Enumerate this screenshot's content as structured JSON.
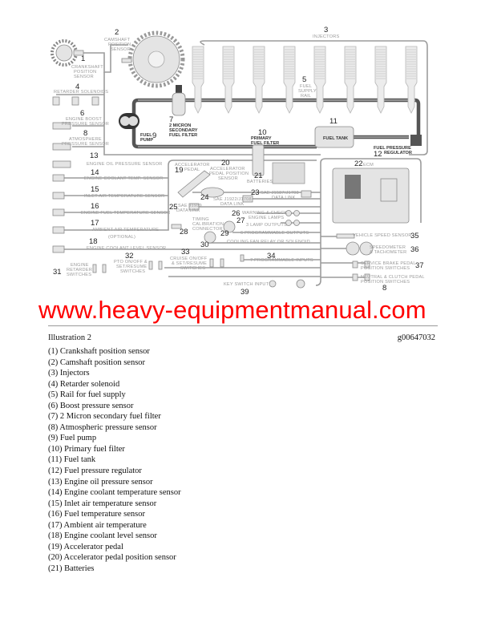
{
  "diagram": {
    "labels": {
      "n1": "1",
      "crank": [
        "CRANKSHAFT",
        "POSITION",
        "SENSOR"
      ],
      "n2": "2",
      "cam": [
        "CAMSHAFT",
        "POSITION",
        "SENSOR"
      ],
      "n3": "3",
      "injectors": "INJECTORS",
      "n4": "4",
      "retarder": "RETARDER SOLENOIDS",
      "n5": "5",
      "rail": [
        "FUEL",
        "SUPPLY",
        "RAIL"
      ],
      "n6": "6",
      "boost": [
        "ENGINE BOOST",
        "PRESSURE SENSOR"
      ],
      "n7": "7",
      "secfilter": [
        "2 MICRON",
        "SECONDARY",
        "FUEL FILTER"
      ],
      "n8": "8",
      "atmo": [
        "ATMOSPHERE",
        "PRESSURE SENSOR"
      ],
      "n9": "9",
      "pump": [
        "FUEL",
        "PUMP"
      ],
      "n10": "10",
      "primfilter": [
        "PRIMARY",
        "FUEL FILTER"
      ],
      "n11": "11",
      "tank": "FUEL TANK",
      "n12": "12",
      "regulator": [
        "FUEL PRESSURE",
        "REGULATOR"
      ],
      "n13": "13",
      "oil": "ENGINE OIL PRESSURE SENSOR",
      "n14": "14",
      "coolant": "ENGINE COOLANT TEMP. SENSOR",
      "n15": "15",
      "inlet": "INLET AIR TEMPERATURE SENSOR",
      "n16": "16",
      "fueltemp": "ENGINE FUEL TEMPERATURE SENSOR",
      "n17": "17",
      "ambient": "AMBIENT AIR TEMPERATURE",
      "optional": "(OPTIONAL)",
      "n18": "18",
      "level": "ENGINE COOLANT LEVEL SENSOR",
      "n19": "19",
      "accel": [
        "ACCELERATOR",
        "PEDAL"
      ],
      "n20": "20",
      "accelpos": [
        "ACCELERATOR",
        "PEDAL POSITION",
        "SENSOR"
      ],
      "n21": "21",
      "batteries": "BATTERIES",
      "n22": "22",
      "ecm": "ECM",
      "n23": "23",
      "j1587": [
        "SAE J1587/J1708",
        "DATA LINK"
      ],
      "n24": "24",
      "j1922": [
        "SAE J1922/J1708",
        "DATA LINK"
      ],
      "n25": "25",
      "j1939": [
        "SAE J1939",
        "DATA LINK"
      ],
      "n26": "26",
      "lamps": [
        "WARNING & CHECK",
        "ENGINE LAMPS"
      ],
      "n27": "27",
      "lampout": "3 LAMP OUTPUTS",
      "n28": "28",
      "timing": [
        "TIMING",
        "CALIBRATION",
        "CONNECTOR"
      ],
      "n29": "29",
      "progout": "6 PROGRAMMABLE OUTPUTS",
      "n30": "30",
      "fan": "COOLING FAN RELAY OR SOLENOID",
      "n31": "31",
      "retsw": [
        "ENGINE",
        "RETARDER",
        "SWITCHES"
      ],
      "n32": "32",
      "pto": [
        "PTO ON/OFF &",
        "SET/RESUME",
        "SWITCHES"
      ],
      "n33": "33",
      "cruise": [
        "CRUISE ON/OFF",
        "& SET/RESUME",
        "SWITCHES"
      ],
      "n34": "34",
      "progin": "7 PROGRAMMABLE INPUTS",
      "n35": "35",
      "vss": "VEHICLE SPEED SENSOR",
      "n36": "36",
      "speedo": [
        "SPEEDOMETER",
        "& TACHOMETER"
      ],
      "n37": "37",
      "brake": [
        "SERVICE BRAKE PEDAL",
        "POSITION SWITCHES"
      ],
      "n38": "8",
      "clutch": [
        "NEUTRAL & CLUTCH PEDAL",
        "POSITION SWITCHES"
      ],
      "key": "KEY SWITCH INPUT",
      "n39": "39"
    }
  },
  "watermark": "www.heavy-equipmentmanual.com",
  "caption": "Illustration 2",
  "figure_id": "g00647032",
  "legend": [
    "(1) Crankshaft position sensor",
    "(2) Camshaft position sensor",
    "(3) Injectors",
    "(4) Retarder solenoid",
    "(5) Rail for fuel supply",
    "(6) Boost pressure sensor",
    "(7) 2 Micron secondary fuel filter",
    "(8) Atmospheric pressure sensor",
    "(9) Fuel pump",
    "(10) Primary fuel filter",
    "(11) Fuel tank",
    "(12) Fuel pressure regulator",
    "(13) Engine oil pressure sensor",
    "(14) Engine coolant temperature sensor",
    "(15) Inlet air temperature sensor",
    "(16) Fuel temperature sensor",
    "(17) Ambient air temperature",
    "(18) Engine coolant level sensor",
    "(19) Accelerator pedal",
    "(20) Accelerator pedal position sensor",
    "(21) Batteries"
  ],
  "colors": {
    "watermark": "#ff0000",
    "fuel_line": "#555555",
    "wire": "#9c9c9c"
  }
}
